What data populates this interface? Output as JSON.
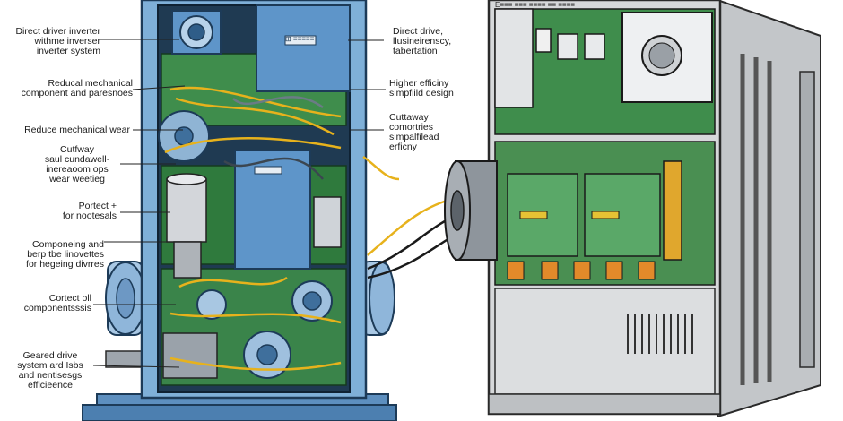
{
  "labels_left": [
    {
      "id": "direct-drive-inverter",
      "text": "Direct driver inverter\nwithme inverser\ninverter system"
    },
    {
      "id": "reduced-mechanical",
      "text": "Reducal mechanical\ncomponent and paresnoes"
    },
    {
      "id": "reduce-wear",
      "text": "Reduce mechanical wear"
    },
    {
      "id": "cutaway-wear",
      "text": "Cutfway\nsaul cundawell-\ninereaoom ops\nwear weetieg"
    },
    {
      "id": "protect-seals",
      "text": "Portect +\nfor nootesals"
    },
    {
      "id": "components-life",
      "text": "Componeing and\nberp tbe linovettes\nfor hegeing divrres"
    },
    {
      "id": "protect-oil",
      "text": "Cortect oll\ncomponentsssis"
    },
    {
      "id": "geared-drive",
      "text": "Geared drive\nsystem ard Isbs\nand nentisesgs\nefficieence"
    }
  ],
  "labels_right": [
    {
      "id": "direct-drive",
      "text": "Direct drive,\nllusineirenscy,\ntabertation"
    },
    {
      "id": "higher-efficiency",
      "text": "Higher efficiny\nsimpfiild design"
    },
    {
      "id": "cutaway-simplified",
      "text": "Cuttaway\ncomortries\nsimpalfilead\nerficny"
    }
  ],
  "panels": {
    "left_unit": {
      "panel_label": "⊞ ≡≡≡≡≡"
    },
    "right_unit": {
      "top_tag": "E≡≡≡ ≡≡≡ ≡≡≡≡ ≡≡ ≡≡≡≡"
    }
  },
  "colors": {
    "blue_housing": "#7fb0d8",
    "blue_dark": "#3f6f9c",
    "board_green": "#3f8d4c",
    "wire_yellow": "#e7b21c",
    "grey_cabinet": "#d6d8da"
  }
}
